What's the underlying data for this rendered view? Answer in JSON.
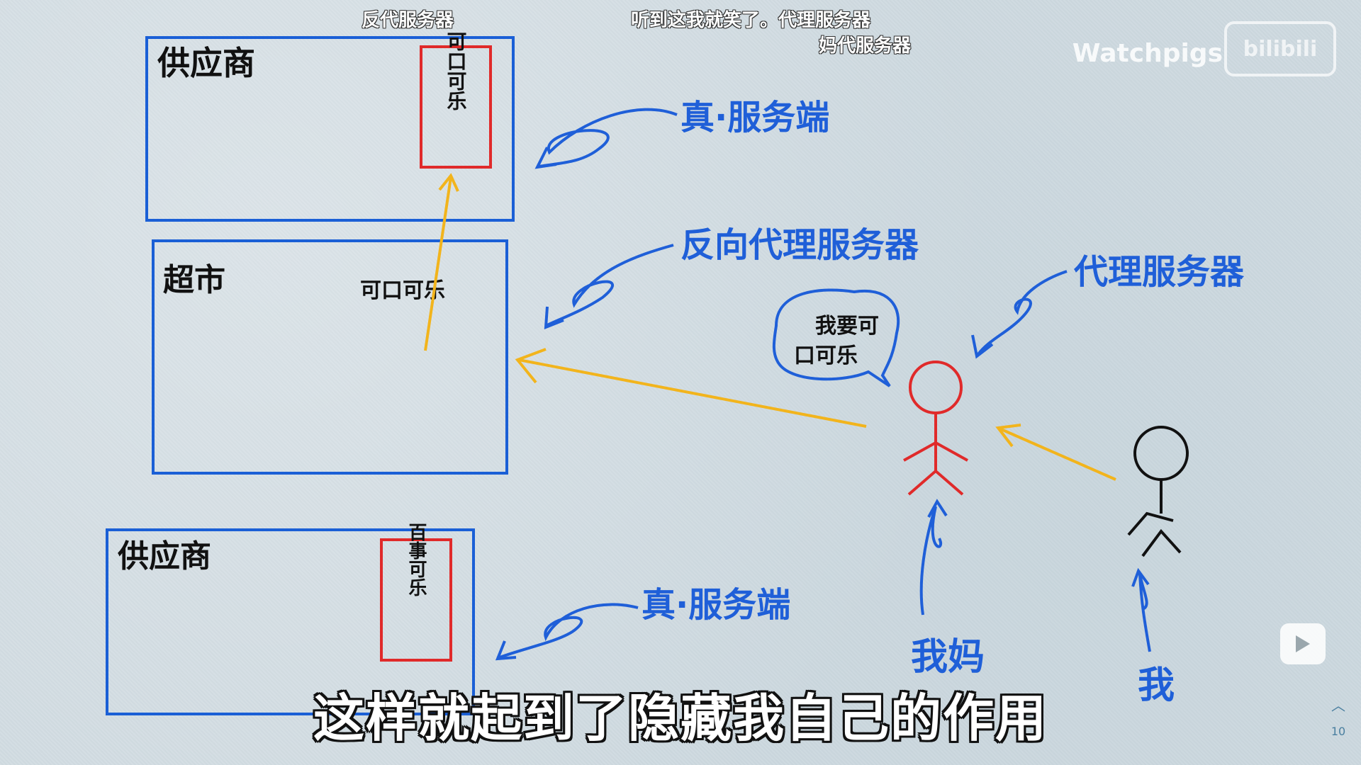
{
  "danmaku": {
    "top_left": "反代服务器",
    "top_mid": "听到这我就笑了。代理服务器",
    "top_mid_2": "妈代服务器"
  },
  "watermark": {
    "text": "Watchpigs",
    "logo": "bilibili"
  },
  "diagram": {
    "box_top_label": "供应商",
    "box_top_product": "可口可乐",
    "box_mid_label": "超市",
    "box_mid_product": "可口可乐",
    "box_bottom_label": "供应商",
    "box_bottom_product": "百事可乐",
    "label_real_server_1": "真·服务端",
    "label_reverse_proxy": "反向代理服务器",
    "label_proxy": "代理服务器",
    "label_real_server_2": "真·服务端",
    "speech_bubble_line1": "我要可",
    "speech_bubble_line2": "口可乐",
    "label_mom": "我妈",
    "label_me": "我"
  },
  "subtitle": "这样就起到了隐藏我自己的作用",
  "pager": {
    "page": "10"
  },
  "colors": {
    "box_blue": "#1a5fd6",
    "product_red": "#e02a2a",
    "arrow_yellow": "#f2b41c",
    "ink_blue": "#1f5fd8",
    "figure_red": "#e02a2a",
    "figure_black": "#111111"
  }
}
